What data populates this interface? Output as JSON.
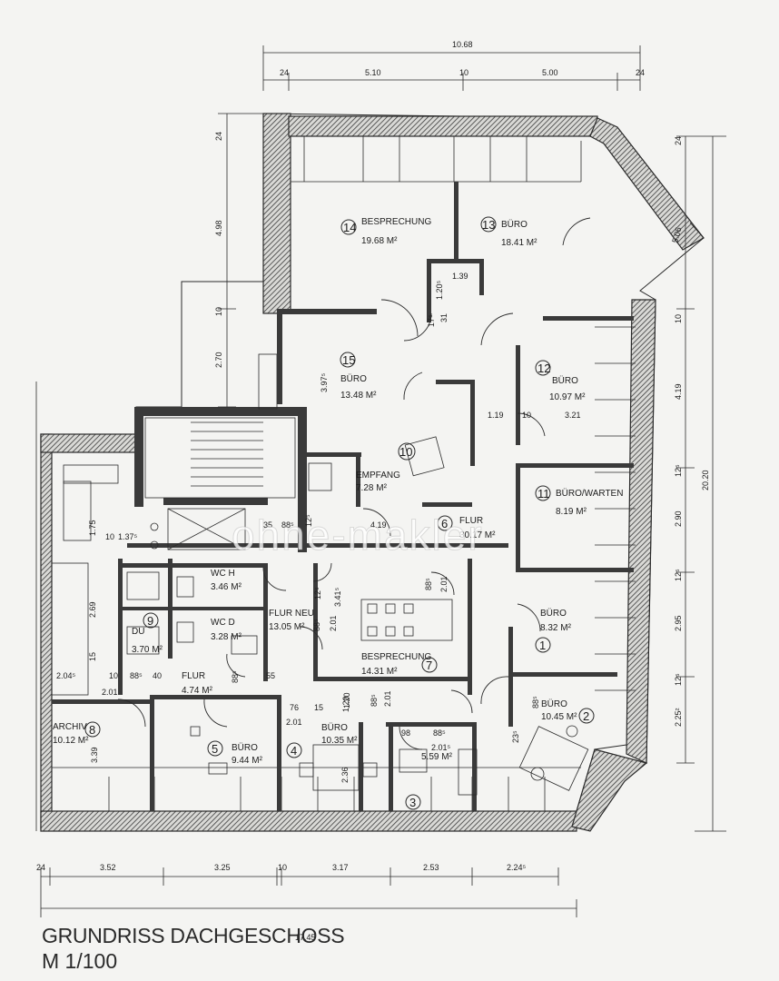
{
  "title": "GRUNDRISS DACHGESCHOSS",
  "scale": "M 1/100",
  "watermark": "ohne-makler",
  "rooms": [
    {
      "no": "1",
      "name": "BÜRO",
      "area": "8.32 M²"
    },
    {
      "no": "2",
      "name": "BÜRO",
      "area": "10.45 M²"
    },
    {
      "no": "3",
      "name": "",
      "area": "5.59 M²"
    },
    {
      "no": "4",
      "name": "BÜRO",
      "area": "10.35 M²"
    },
    {
      "no": "5",
      "name": "BÜRO",
      "area": "9.44 M²"
    },
    {
      "no": "6",
      "name": "FLUR",
      "area": "30.17 M²"
    },
    {
      "no": "7",
      "name": "BESPRECHUNG",
      "area": "14.31 M²"
    },
    {
      "no": "8",
      "name": "ARCHIV",
      "area": "10.12 M²"
    },
    {
      "no": "9",
      "name": "DU",
      "area": "3.70 M²"
    },
    {
      "no": "10",
      "name": "EMPFANG",
      "area": "7.28 M²"
    },
    {
      "no": "11",
      "name": "BÜRO/WARTEN",
      "area": "8.19 M²"
    },
    {
      "no": "12",
      "name": "BÜRO",
      "area": "10.97 M²"
    },
    {
      "no": "13",
      "name": "BÜRO",
      "area": "18.41 M²"
    },
    {
      "no": "14",
      "name": "BESPRECHUNG",
      "area": "19.68 M²"
    },
    {
      "no": "15",
      "name": "BÜRO",
      "area": "13.48 M²"
    }
  ],
  "other_rooms": [
    {
      "name": "WC H",
      "area": "3.46 M²"
    },
    {
      "name": "WC D",
      "area": "3.28 M²"
    },
    {
      "name": "FLUR NEU",
      "area": "13.05 M²"
    },
    {
      "name": "FLUR",
      "area": "4.74 M²"
    }
  ],
  "dimensions": {
    "top_total": "10.68",
    "top_parts": [
      "24",
      "5.10",
      "10",
      "5.00",
      "24"
    ],
    "bottom_total": "17.45",
    "bottom_parts": [
      "24",
      "3.52",
      "3.25",
      "10",
      "3.17",
      "2.53",
      "2.24⁵"
    ],
    "right_total": "20.20",
    "right_parts": [
      "24",
      "10",
      "4.19",
      "12⁵",
      "2.90",
      "12⁵",
      "2.95",
      "12⁵",
      "2.25²"
    ],
    "left_upper": [
      "24",
      "4.98",
      "10",
      "2.70"
    ],
    "left_lower": [
      "1.75",
      "2.69",
      "15",
      "2.04⁵"
    ],
    "inner": [
      "1.39",
      "1.20⁵",
      "17⁵",
      "31",
      "3.97⁵",
      "1.19",
      "10",
      "3.21",
      "35",
      "88⁵",
      "12⁵",
      "4.19",
      "10",
      "1.37⁵",
      "12⁵",
      "3.41⁵",
      "88⁵",
      "2.01",
      "88⁵",
      "2.01",
      "10",
      "88⁵",
      "40",
      "2.01",
      "88⁵",
      "55",
      "76",
      "15",
      "2.01",
      "2.36",
      "98",
      "88⁵",
      "2.01⁵",
      "23⁵",
      "88⁵",
      "1.20",
      "88⁵",
      "2.01",
      "3.39",
      "5.06",
      "1.20"
    ]
  }
}
